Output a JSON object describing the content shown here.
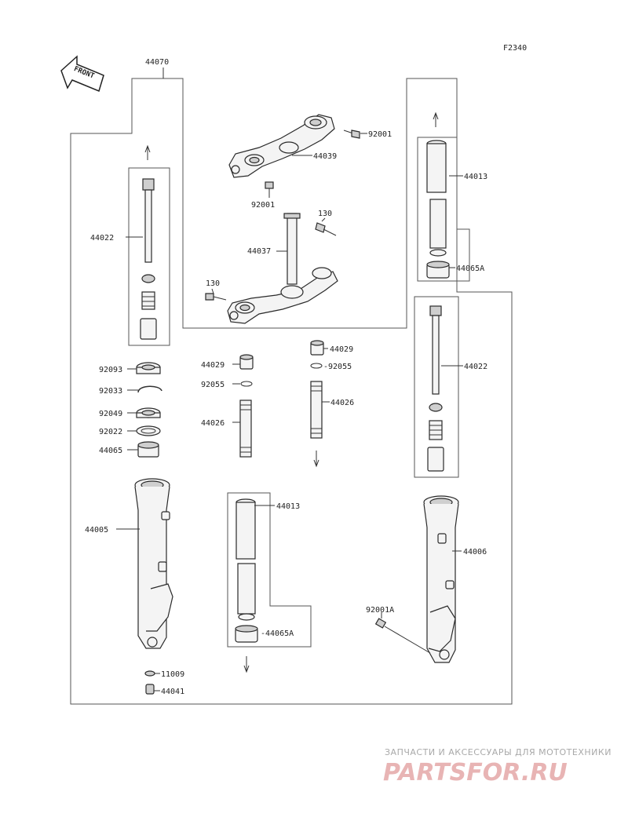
{
  "figure_code": "F2340",
  "front_arrow": "FRONT",
  "labels": {
    "l44070": "44070",
    "l92001a": "92001",
    "l44039": "44039",
    "l92001b": "92001",
    "l130a": "130",
    "l44037": "44037",
    "l130b": "130",
    "l44013a": "44013",
    "l44065a": "44065A",
    "l44022a": "44022",
    "l92093": "92093",
    "l92033": "92033",
    "l92049": "92049",
    "l92022": "92022",
    "l44065": "44065",
    "l44029a": "44029",
    "l92055a": "92055",
    "l44026a": "44026",
    "l44029b": "44029",
    "l92055b": "-92055",
    "l44026b": "44026",
    "l44022b": "44022",
    "l44005": "44005",
    "l44013b": "44013",
    "l44065b": "-44065A",
    "l44006": "44006",
    "l92001c": "92001A",
    "l11009": "11009",
    "l44041": "44041"
  },
  "watermark": {
    "line1": "ЗАПЧАСТИ И АКСЕССУАРЫ ДЛЯ МОТОТЕХНИКИ",
    "line2": "PARTSFOR.RU"
  }
}
